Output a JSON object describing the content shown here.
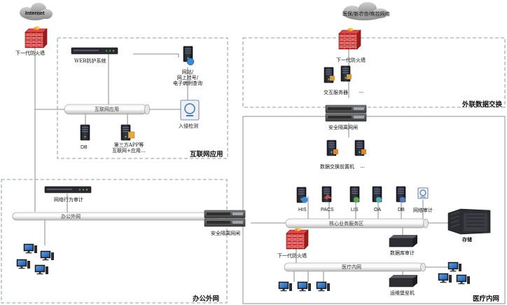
{
  "zones": {
    "internet_app": "互联网应用",
    "office_net": "办公外网",
    "external_exchange": "外联数据交换",
    "medical_net": "医疗内网"
  },
  "clouds": {
    "internet": "Internet",
    "external": "医保/新农合/疾控网络"
  },
  "buses": {
    "internet_app": "互联网应用",
    "office_out": "办公外网",
    "core": "核心业务服务区",
    "medical_in": "医疗内网"
  },
  "labels": {
    "firewall_top_left": "下一代防火墙",
    "waf": "WEB防护系统",
    "web_servers": "网站/\n网上挂号/\n电子病例查询",
    "intrusion": "入侵检测",
    "db": "DB",
    "third_party": "第三方APP等\n互联网+应用…",
    "behavior_audit": "网络行为审计",
    "gateway_office": "安全隔离网闸",
    "firewall_top_right": "下一代防火墙",
    "exchange_server": "交互服务器",
    "ellipsis_1": "…",
    "gateway_exchange": "安全隔离网闸",
    "front_server": "数据交换前置机",
    "ellipsis_2": "…",
    "his": "HIS",
    "pacs": "PACS",
    "lis": "LIS",
    "oa": "OA",
    "db_core": "DB",
    "net_audit": "网络审计",
    "storage": "存储",
    "firewall_inner": "下一代防火墙",
    "db_audit": "数据库审计",
    "bastion": "运维堡垒机"
  }
}
